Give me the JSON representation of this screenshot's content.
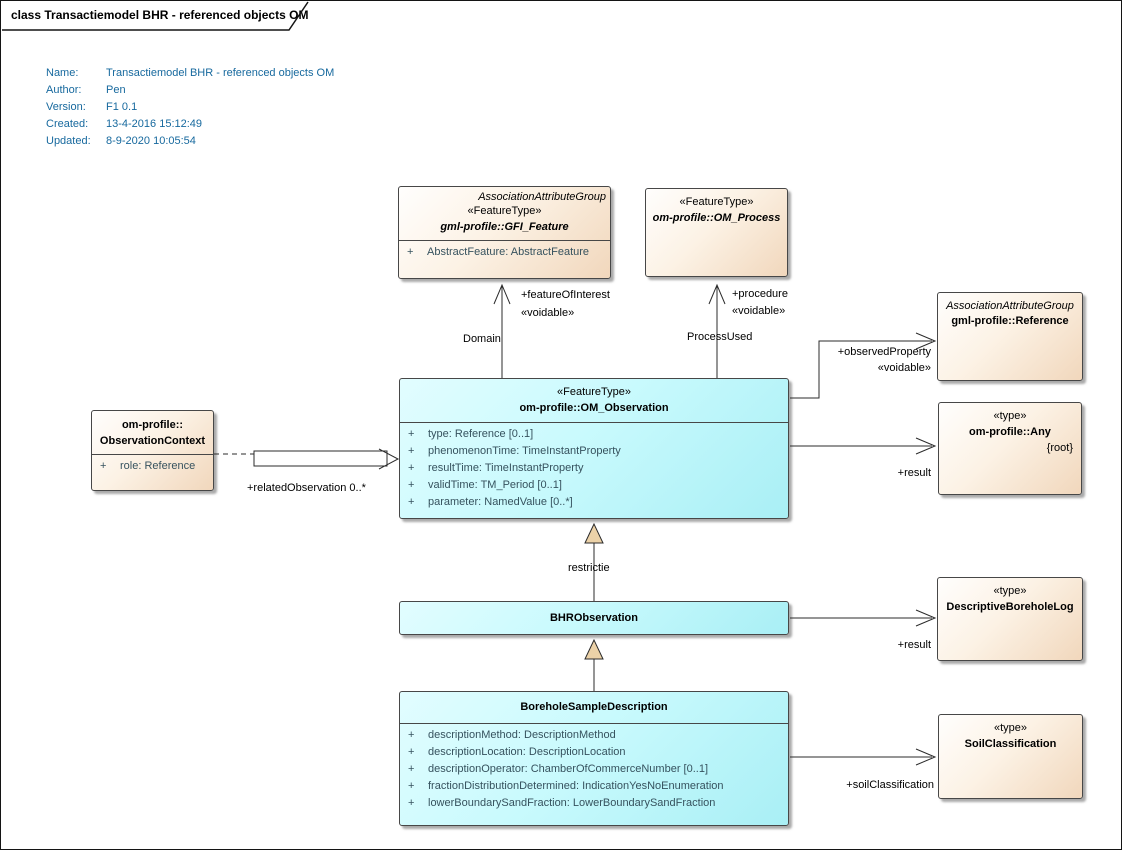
{
  "ui": {
    "visibility_marker": "+"
  },
  "frame": {
    "tab_label": "class Transactiemodel BHR - referenced objects OM"
  },
  "metadata": {
    "rows": [
      {
        "label": "Name:",
        "value": "Transactiemodel BHR - referenced objects OM"
      },
      {
        "label": "Author:",
        "value": "Pen"
      },
      {
        "label": "Version:",
        "value": "F1 0.1"
      },
      {
        "label": "Created:",
        "value": "13-4-2016 15:12:49"
      },
      {
        "label": "Updated:",
        "value": "8-9-2020 10:05:54"
      }
    ]
  },
  "colors": {
    "class_fill_warm": "#f1d7bc",
    "class_fill_cyan": "#b9f4f8",
    "metadata_text": "#17699e",
    "attribute_text": "#36525e",
    "connector_line": "#2b2b2b",
    "generalization_fill": "#ecd2a8"
  },
  "classes": [
    {
      "group_label": "AssociationAttributeGroup",
      "stereotype": "«FeatureType»",
      "name": "gml-profile::GFI_Feature",
      "attributes": [
        "AbstractFeature: AbstractFeature"
      ]
    },
    {
      "stereotype": "«FeatureType»",
      "name": "om-profile::OM_Process"
    },
    {
      "group_label": "AssociationAttributeGroup",
      "name": "gml-profile::Reference"
    },
    {
      "stereotype": "«FeatureType»",
      "name": "om-profile::OM_Observation",
      "attributes": [
        "type: Reference [0..1]",
        "phenomenonTime: TimeInstantProperty",
        "resultTime: TimeInstantProperty",
        "validTime: TM_Period [0..1]",
        "parameter: NamedValue [0..*]"
      ]
    },
    {
      "stereotype": "«type»",
      "name": "om-profile::Any",
      "constraint": "{root}"
    },
    {
      "name_line1": "om-profile::",
      "name_line2": "ObservationContext",
      "attributes": [
        "role: Reference"
      ]
    },
    {
      "name": "BHRObservation"
    },
    {
      "stereotype": "«type»",
      "name": "DescriptiveBoreholeLog"
    },
    {
      "name": "BoreholeSampleDescription",
      "attributes": [
        "descriptionMethod: DescriptionMethod",
        "descriptionLocation: DescriptionLocation",
        "descriptionOperator: ChamberOfCommerceNumber [0..1]",
        "fractionDistributionDetermined: IndicationYesNoEnumeration",
        "lowerBoundarySandFraction: LowerBoundarySandFraction"
      ]
    },
    {
      "stereotype": "«type»",
      "name": "SoilClassification"
    }
  ],
  "connectors": {
    "featureOfInterest": {
      "role": "+featureOfInterest",
      "stereotype": "«voidable»",
      "name": "Domain"
    },
    "procedure": {
      "role": "+procedure",
      "stereotype": "«voidable»",
      "name": "ProcessUsed"
    },
    "observedProperty": {
      "role": "+observedProperty",
      "stereotype": "«voidable»"
    },
    "result_observation": {
      "role": "+result"
    },
    "relatedObservation": {
      "role": "+relatedObservation 0..*"
    },
    "restriction": {
      "name": "restrictie"
    },
    "result_bhr": {
      "role": "+result"
    },
    "soilClassification": {
      "role": "+soilClassification"
    }
  }
}
